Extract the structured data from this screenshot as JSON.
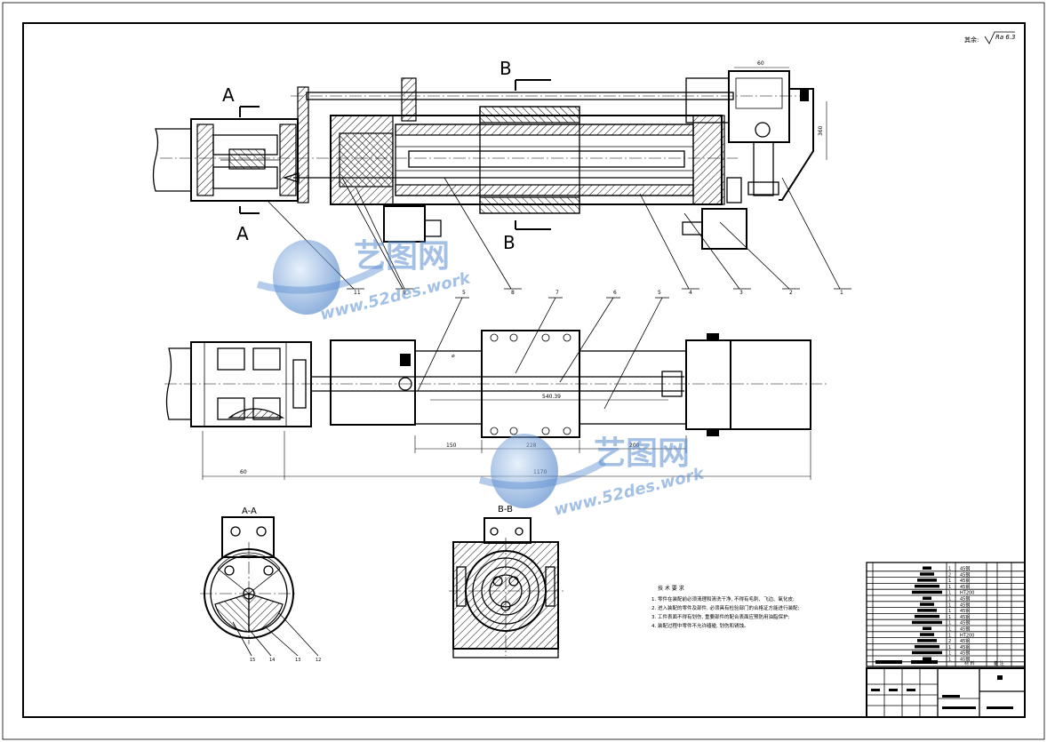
{
  "drawing": {
    "roughness_note": "其余:",
    "roughness_value": "Ra 6.3",
    "section_labels": {
      "a_top": "A",
      "a_bottom": "A",
      "b_top": "B",
      "b_bottom": "B",
      "view_aa": "A-A",
      "view_bb": "B-B"
    },
    "dimensions": {
      "d_top_width": "60",
      "d_top_height": "360",
      "d_stroke": "540.39",
      "d_150": "150",
      "d_228": "228",
      "d_200": "200",
      "d_60": "60",
      "d_1170": "1170"
    },
    "part_balloons": [
      "11",
      "10",
      "9",
      "8",
      "4",
      "3",
      "2",
      "1"
    ],
    "part_balloons_mid": [
      "5",
      "7",
      "6",
      "5"
    ],
    "part_balloons_section": [
      "15",
      "14",
      "13",
      "12"
    ]
  },
  "tech_requirements": {
    "title": "技 术 要 求",
    "lines": [
      "1. 零件在装配前必须清理和清洗干净, 不得有毛刺、飞边、氧化皮;",
      "2. 进入装配的零件及部件, 必须具有检验部门的合格证方能进行装配;",
      "3. 工件表面不得有划伤, 重要部件的配合表面应预防用油脂保护;",
      "4. 装配过程中零件不允许磕碰, 划伤和锈蚀。"
    ]
  },
  "bom": {
    "materials": [
      "45钢",
      "45钢",
      "45钢",
      "45钢",
      "HT200",
      "45钢",
      "45钢",
      "45钢",
      "45钢",
      "45钢",
      "45钢",
      "HT200",
      "45钢",
      "45钢",
      "45钢",
      "45钢"
    ],
    "quantities": [
      "1",
      "2",
      "1",
      "1",
      "1",
      "1",
      "1",
      "1",
      "1",
      "1",
      "1",
      "1",
      "2",
      "1",
      "1",
      "1"
    ],
    "header_material": "材 料",
    "header_note": "备 注"
  },
  "watermark": {
    "brand": "艺图网",
    "url": "www.52des.work"
  }
}
